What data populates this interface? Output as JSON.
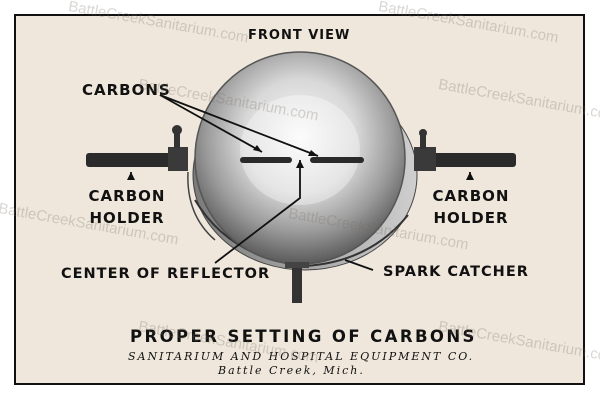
{
  "labels": {
    "front_view": "FRONT VIEW",
    "carbons": "CARBONS",
    "carbon_holder_left_1": "CARBON",
    "carbon_holder_left_2": "HOLDER",
    "carbon_holder_right_1": "CARBON",
    "carbon_holder_right_2": "HOLDER",
    "center_of_reflector": "CENTER OF REFLECTOR",
    "spark_catcher": "SPARK CATCHER"
  },
  "caption": {
    "title": "PROPER SETTING OF CARBONS",
    "maker": "SANITARIUM AND HOSPITAL EQUIPMENT CO.",
    "city": "Battle Creek, Mich."
  },
  "watermark": {
    "text": "BattleCreekSanitarium.com"
  },
  "colors": {
    "plate": "#efe7dc",
    "ink": "#111111"
  }
}
